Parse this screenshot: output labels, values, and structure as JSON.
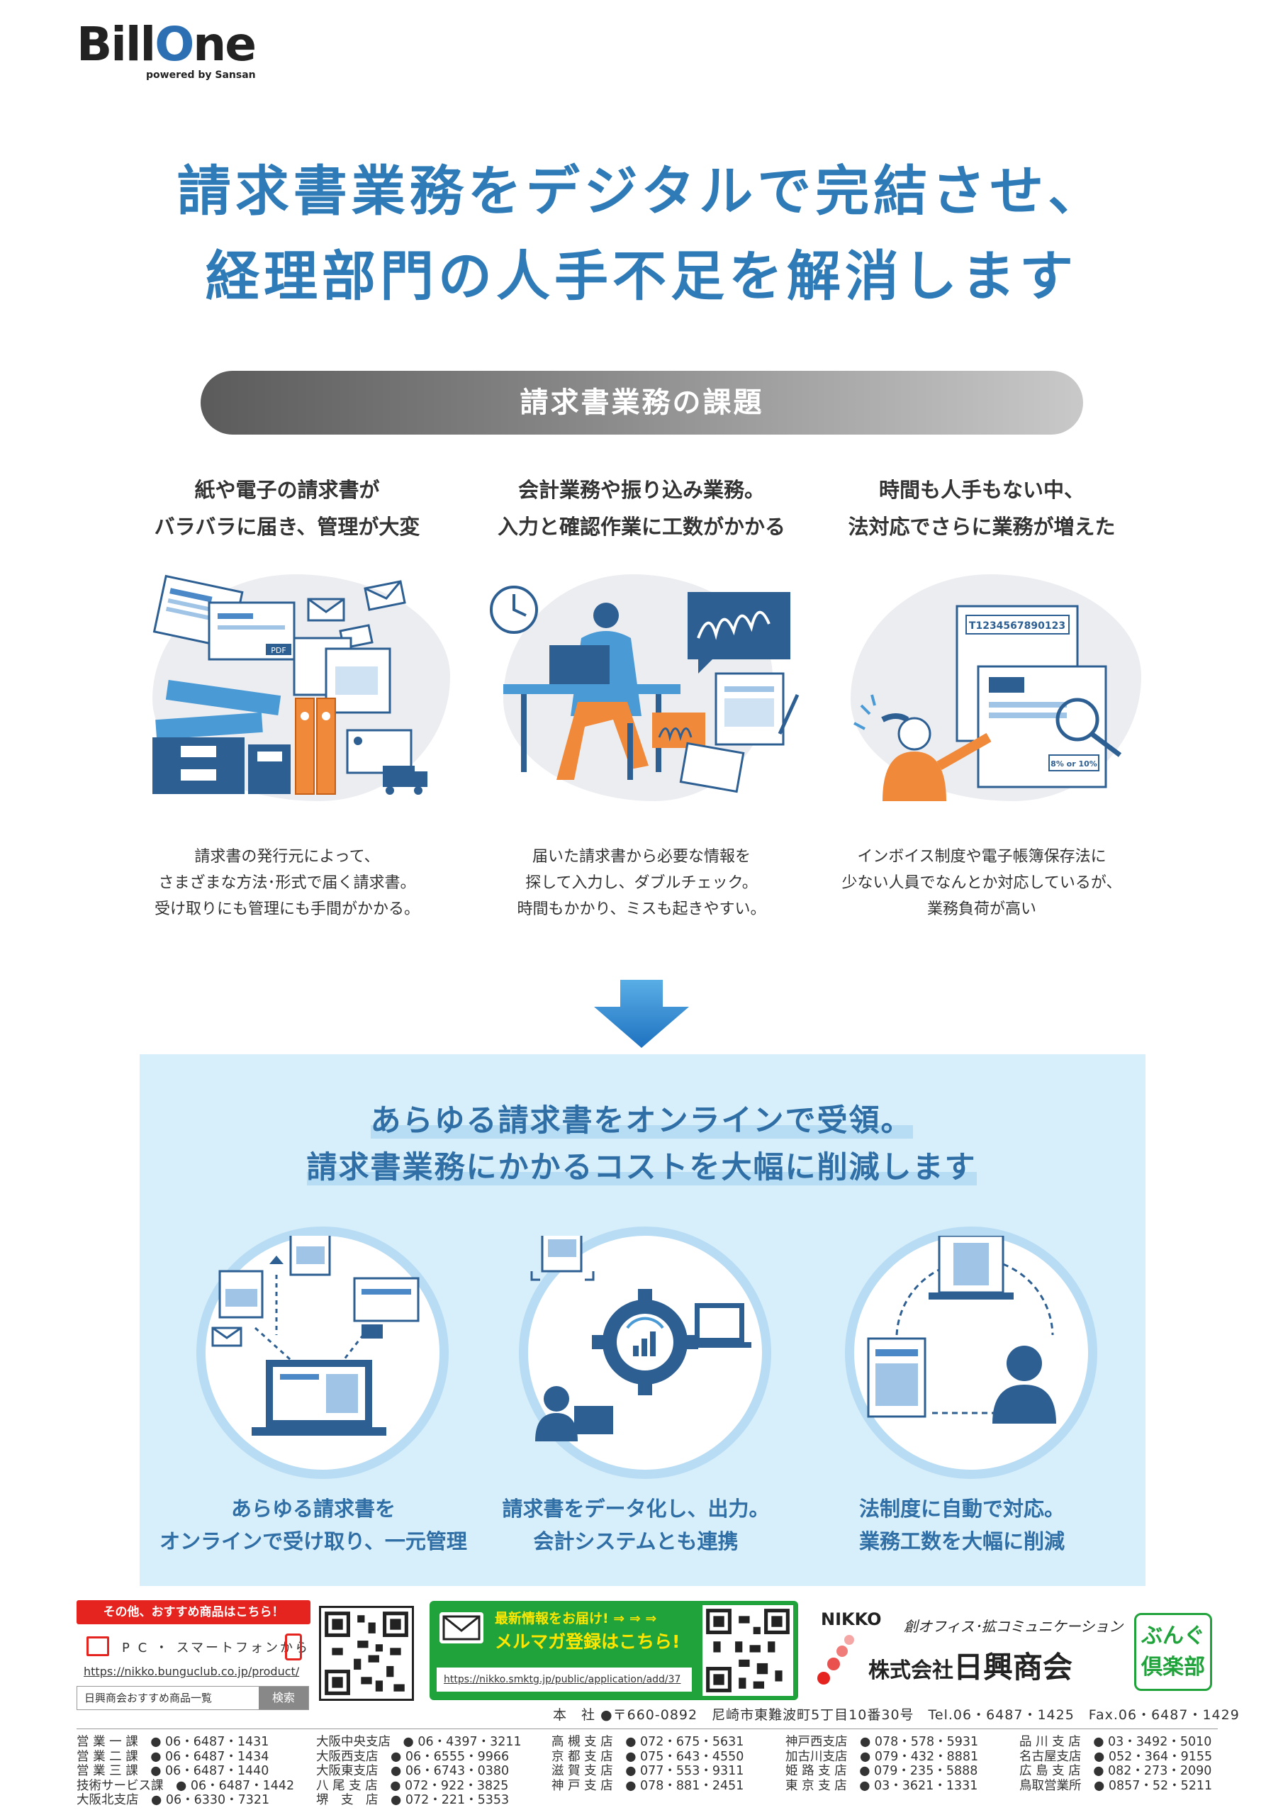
{
  "brand": {
    "logo_text": "BillOne",
    "tagline": "powered by Sansan"
  },
  "headline": [
    "請求書業務をデジタルで完結させ、",
    "経理部門の人手不足を解消します"
  ],
  "challenges_title": "請求書業務の課題",
  "challenges": [
    {
      "title": [
        "紙や電子の請求書が",
        "バラバラに届き、管理が大変"
      ],
      "desc": [
        "請求書の発行元によって、",
        "さまざまな方法･形式で届く請求書。",
        "受け取りにも管理にも手間がかかる。"
      ]
    },
    {
      "title": [
        "会計業務や振り込み業務。",
        "入力と確認作業に工数がかかる"
      ],
      "desc": [
        "届いた請求書から必要な情報を",
        "探して入力し、ダブルチェック。",
        "時間もかかり、ミスも起きやすい。"
      ]
    },
    {
      "title": [
        "時間も人手もない中、",
        "法対応でさらに業務が増えた"
      ],
      "desc": [
        "インボイス制度や電子帳簿保存法に",
        "少ない人員でなんとか対応しているが、",
        "業務負荷が高い"
      ]
    }
  ],
  "illustration_labels": {
    "pdf": "PDF",
    "invoice_no": "T1234567890123",
    "tax": "8% or 10%"
  },
  "solution_headline": [
    "あらゆる請求書をオンラインで受領。",
    "請求書業務にかかるコストを大幅に削減します"
  ],
  "solutions": [
    {
      "caption": [
        "あらゆる請求書を",
        "オンラインで受け取り、一元管理"
      ]
    },
    {
      "caption": [
        "請求書をデータ化し、出力。",
        "会計システムとも連携"
      ]
    },
    {
      "caption": [
        "法制度に自動で対応。",
        "業務工数を大幅に削減"
      ]
    }
  ],
  "footer": {
    "red_tag": "その他、おすすめ商品はこちら！",
    "pc_line": "P C ・ スマートフォンから",
    "url1": "https://nikko.bunguclub.co.jp/product/",
    "search_text": "日興商会おすすめ商品一覧",
    "search_button": "検索",
    "newsletter_line1": "最新情報をお届け! ⇒ ⇒ ⇒",
    "newsletter_line2": "メルマガ登録はこちら!",
    "newsletter_url": "https://nikko.smktg.jp/public/application/add/37",
    "nikko": "NIKKO",
    "slogan": "創オフィス･拡コミュニケーション",
    "company_prefix": "株式会社",
    "company_name": "日興商会",
    "club": [
      "ぶんぐ",
      "倶楽部"
    ],
    "hq": "本　社 ●〒660-0892　尼崎市東難波町5丁目10番30号　Tel.06・6487・1425　Fax.06・6487・1429",
    "branches": [
      [
        "営 業 一 課　● 06・6487・1431",
        "営 業 二 課　● 06・6487・1434",
        "営 業 三 課　● 06・6487・1440",
        "技術サービス課　● 06・6487・1442",
        "大阪北支店　● 06・6330・7321"
      ],
      [
        "大阪中央支店　● 06・4397・3211",
        "大阪西支店　● 06・6555・9966",
        "大阪東支店　● 06・6743・0380",
        "八 尾 支 店　● 072・922・3825",
        "堺　支　店　● 072・221・5353"
      ],
      [
        "高 槻 支 店　● 072・675・5631",
        "京 都 支 店　● 075・643・4550",
        "滋 賀 支 店　● 077・553・9311",
        "神 戸 支 店　● 078・881・2451"
      ],
      [
        "神戸西支店　● 078・578・5931",
        "加古川支店　● 079・432・8881",
        "姫 路 支 店　● 079・235・5888",
        "東 京 支 店　● 03・3621・1331"
      ],
      [
        "品 川 支 店　● 03・3492・5010",
        "名古屋支店　● 052・364・9155",
        "広 島 支 店　● 082・273・2090",
        "鳥取営業所　● 0857・52・5211"
      ]
    ]
  },
  "colors": {
    "brand_blue": "#2f7bb8",
    "orange": "#f08a3a",
    "dark_blue": "#2d5f93",
    "light_blue_panel": "#d7eefb",
    "green": "#1fa33a",
    "red": "#e52420"
  }
}
